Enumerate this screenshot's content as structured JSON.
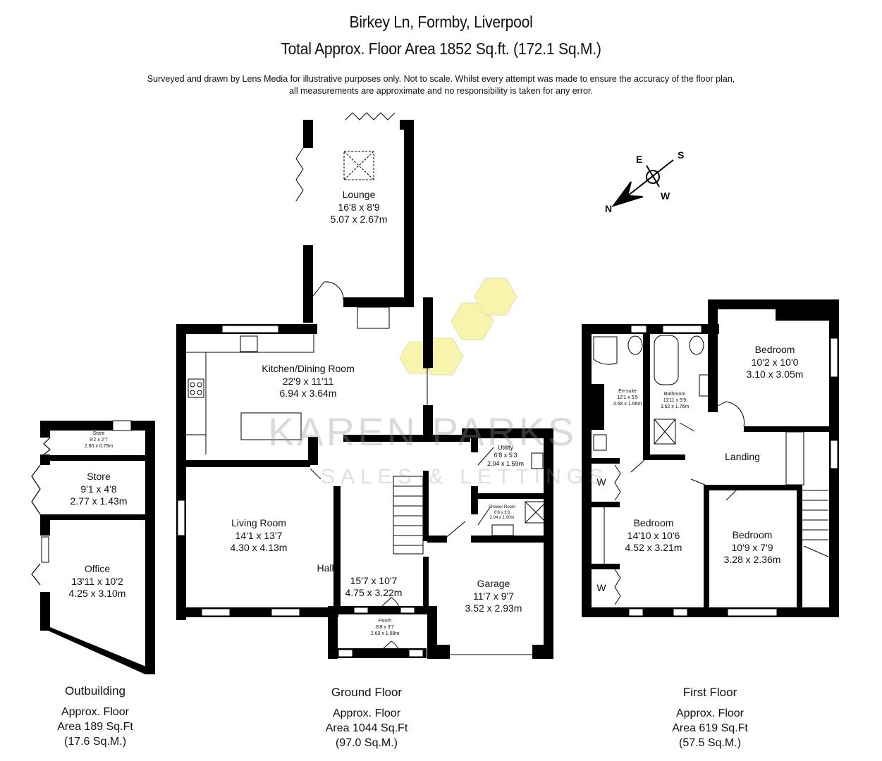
{
  "header": {
    "address": "Birkey Ln, Formby, Liverpool",
    "total_area": "Total Approx. Floor Area 1852 Sq.ft. (172.1 Sq.M.)",
    "disclaimer_line1": "Surveyed and drawn by Lens Media for illustrative purposes only. Not to scale. Whilst every attempt was made to ensure the accuracy of the floor plan,",
    "disclaimer_line2": "all measurements are approximate and no responsibility is taken for any error."
  },
  "watermark": {
    "brand": "KAREN PARKS",
    "tagline": "SALES & LETTINGS",
    "logo_color": "#f7f3a0"
  },
  "compass": {
    "north": "N",
    "south": "S",
    "east": "E",
    "west": "W"
  },
  "floors": {
    "outbuilding": {
      "name": "Outbuilding",
      "area_line1": "Approx. Floor",
      "area_line2": "Area 189 Sq.Ft",
      "area_line3": "(17.6 Sq.M.)",
      "rooms": [
        {
          "name": "Store",
          "imperial": "9'2 x 2'7",
          "metric": "2.80 x 0.79m"
        },
        {
          "name": "Store",
          "imperial": "9'1 x 4'8",
          "metric": "2.77 x 1.43m"
        },
        {
          "name": "Office",
          "imperial": "13'11 x 10'2",
          "metric": "4.25 x 3.10m"
        }
      ]
    },
    "ground": {
      "name": "Ground Floor",
      "area_line1": "Approx. Floor",
      "area_line2": "Area 1044 Sq.Ft",
      "area_line3": "(97.0 Sq.M.)",
      "rooms": [
        {
          "name": "Lounge",
          "imperial": "16'8 x 8'9",
          "metric": "5.07 x 2.67m"
        },
        {
          "name": "Kitchen/Dining Room",
          "imperial": "22'9 x 11'11",
          "metric": "6.94 x 3.64m"
        },
        {
          "name": "Utility",
          "imperial": "6'8 x 5'3",
          "metric": "2.04 x 1.59m"
        },
        {
          "name": "Shower Room",
          "imperial": "6'8 x 3'3",
          "metric": "2.04 x 1.00m"
        },
        {
          "name": "Living Room",
          "imperial": "14'1 x 13'7",
          "metric": "4.30 x 4.13m"
        },
        {
          "name": "Hall",
          "imperial": "15'7 x 10'7",
          "metric": "4.75 x 3.22m"
        },
        {
          "name": "Garage",
          "imperial": "11'7 x 9'7",
          "metric": "3.52 x 2.93m"
        },
        {
          "name": "Porch",
          "imperial": "8'8 x 3'7",
          "metric": "2.63 x 1.08m"
        }
      ]
    },
    "first": {
      "name": "First Floor",
      "area_line1": "Approx. Floor",
      "area_line2": "Area 619 Sq.Ft",
      "area_line3": "(57.5 Sq.M.)",
      "rooms": [
        {
          "name": "En-suite",
          "imperial": "12'1 x 5'5",
          "metric": "3.68 x 1.66m"
        },
        {
          "name": "Bathroom",
          "imperial": "11'11 x 5'9",
          "metric": "3.62 x 1.76m"
        },
        {
          "name": "Bedroom",
          "imperial": "10'2 x 10'0",
          "metric": "3.10 x 3.05m"
        },
        {
          "name": "Landing",
          "imperial": "",
          "metric": ""
        },
        {
          "name": "Bedroom",
          "imperial": "14'10 x 10'6",
          "metric": "4.52 x 3.21m"
        },
        {
          "name": "Bedroom",
          "imperial": "10'9 x 7'9",
          "metric": "3.28 x 2.36m"
        }
      ],
      "wardrobe_label": "W"
    }
  }
}
